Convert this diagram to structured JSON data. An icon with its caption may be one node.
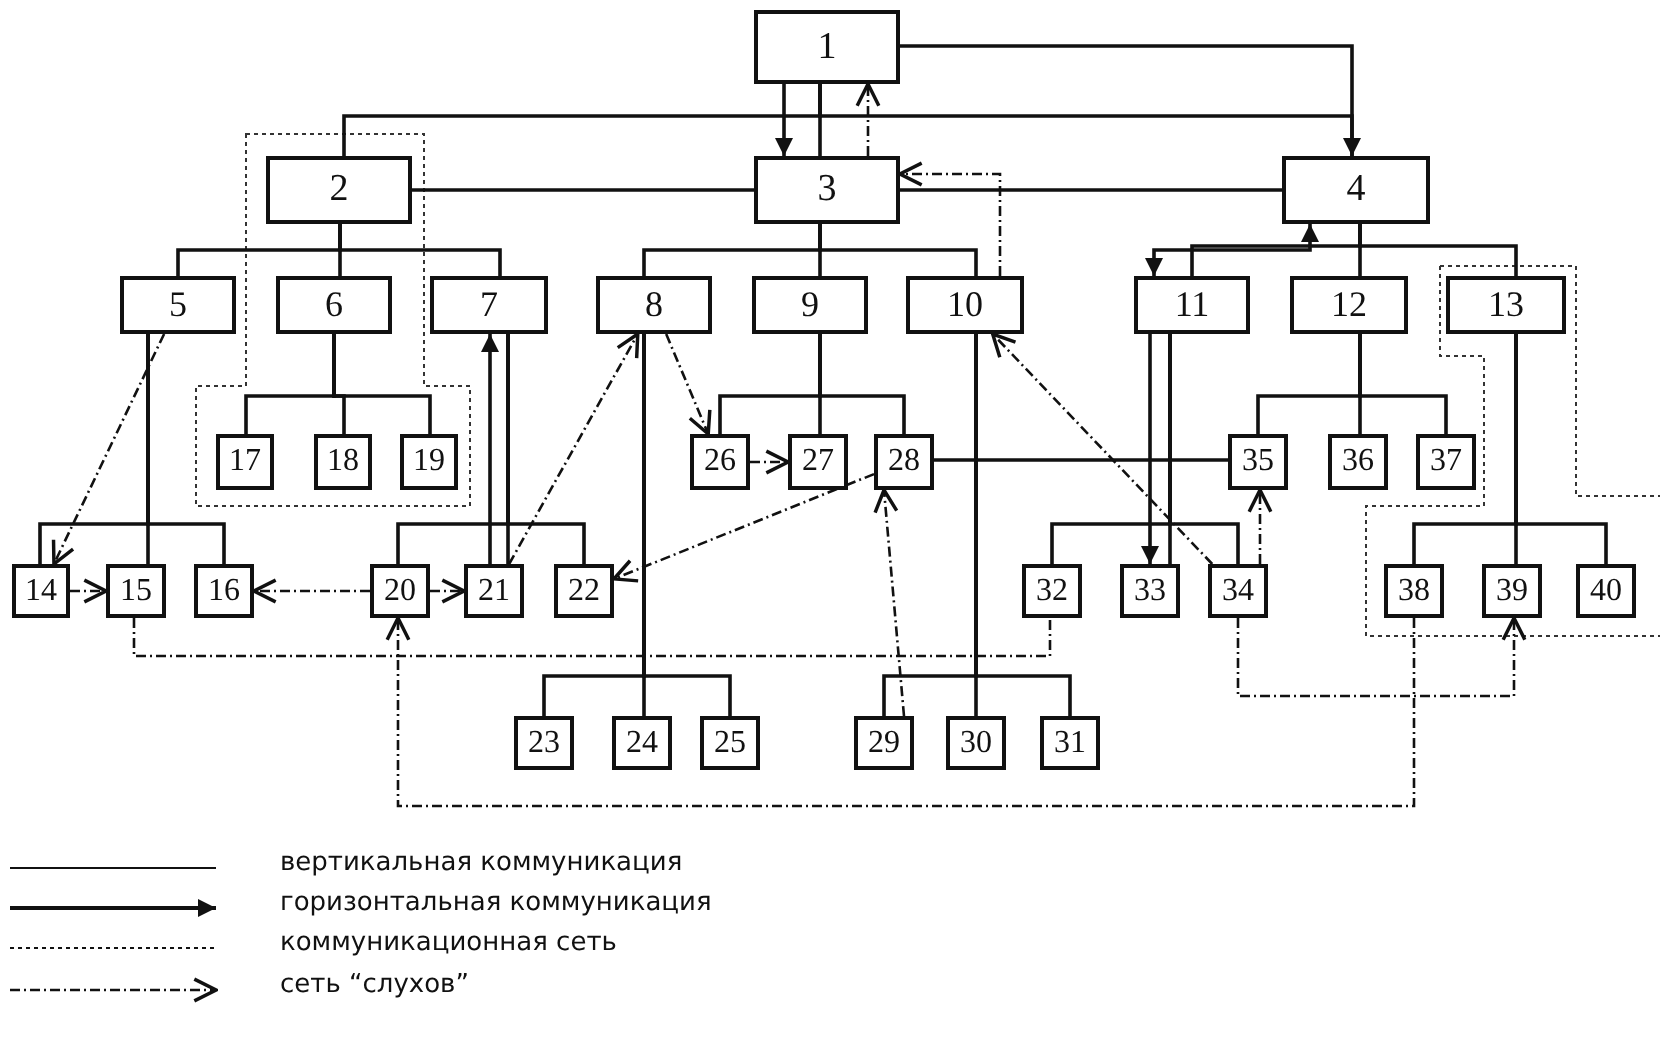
{
  "diagram": {
    "nodes": [
      {
        "text": [
          "1"
        ]
      },
      {
        "text": [
          "2"
        ]
      },
      {
        "text": [
          "3"
        ]
      },
      {
        "text": [
          "4"
        ]
      },
      {
        "text": [
          "5"
        ]
      },
      {
        "text": [
          "6"
        ]
      },
      {
        "text": [
          "7"
        ]
      },
      {
        "text": [
          "8"
        ]
      },
      {
        "text": [
          "9"
        ]
      },
      {
        "text": [
          "10"
        ]
      },
      {
        "text": [
          "11"
        ]
      },
      {
        "text": [
          "12"
        ]
      },
      {
        "text": [
          "13"
        ]
      },
      {
        "text": [
          "14"
        ]
      },
      {
        "text": [
          "15"
        ]
      },
      {
        "text": [
          "16"
        ]
      },
      {
        "text": [
          "17"
        ]
      },
      {
        "text": [
          "18"
        ]
      },
      {
        "text": [
          "19"
        ]
      },
      {
        "text": [
          "20"
        ]
      },
      {
        "text": [
          "21"
        ]
      },
      {
        "text": [
          "22"
        ]
      },
      {
        "text": [
          "23"
        ]
      },
      {
        "text": [
          "24"
        ]
      },
      {
        "text": [
          "25"
        ]
      },
      {
        "text": [
          "26"
        ]
      },
      {
        "text": [
          "27"
        ]
      },
      {
        "text": [
          "28"
        ]
      },
      {
        "text": [
          "29"
        ]
      },
      {
        "text": [
          "30"
        ]
      },
      {
        "text": [
          "31"
        ]
      },
      {
        "text": [
          "32"
        ]
      },
      {
        "text": [
          "33"
        ]
      },
      {
        "text": [
          "34"
        ]
      },
      {
        "text": [
          "35"
        ]
      },
      {
        "text": [
          "36"
        ]
      },
      {
        "text": [
          "37"
        ]
      },
      {
        "text": [
          "38"
        ]
      },
      {
        "text": [
          "39"
        ]
      },
      {
        "text": [
          "40"
        ]
      }
    ],
    "edges": [
      {
        "from": 0,
        "to": 1,
        "arrow": "none"
      },
      {
        "from": 0,
        "to": 2,
        "arrow": "none"
      },
      {
        "from": 0,
        "to": 3,
        "arrow": "none"
      },
      {
        "from": 1,
        "to": 4,
        "arrow": "none"
      },
      {
        "from": 1,
        "to": 5,
        "arrow": "none"
      },
      {
        "from": 1,
        "to": 6,
        "arrow": "none"
      },
      {
        "from": 2,
        "to": 7,
        "arrow": "none"
      },
      {
        "from": 2,
        "to": 8,
        "arrow": "none"
      },
      {
        "from": 2,
        "to": 9,
        "arrow": "none"
      },
      {
        "from": 3,
        "to": 10,
        "arrow": "none"
      },
      {
        "from": 3,
        "to": 11,
        "arrow": "none"
      },
      {
        "from": 3,
        "to": 12,
        "arrow": "none"
      },
      {
        "from": 4,
        "to": 13,
        "arrow": "none"
      },
      {
        "from": 4,
        "to": 14,
        "arrow": "none"
      },
      {
        "from": 4,
        "to": 15,
        "arrow": "none"
      },
      {
        "from": 5,
        "to": 16,
        "arrow": "none"
      },
      {
        "from": 5,
        "to": 17,
        "arrow": "none"
      },
      {
        "from": 5,
        "to": 18,
        "arrow": "none"
      },
      {
        "from": 6,
        "to": 19,
        "arrow": "none"
      },
      {
        "from": 6,
        "to": 20,
        "arrow": "none"
      },
      {
        "from": 6,
        "to": 21,
        "arrow": "none"
      },
      {
        "from": 7,
        "to": 22,
        "arrow": "none"
      },
      {
        "from": 7,
        "to": 23,
        "arrow": "none"
      },
      {
        "from": 7,
        "to": 24,
        "arrow": "none"
      },
      {
        "from": 8,
        "to": 25,
        "arrow": "none"
      },
      {
        "from": 8,
        "to": 26,
        "arrow": "none"
      },
      {
        "from": 8,
        "to": 27,
        "arrow": "none"
      },
      {
        "from": 9,
        "to": 28,
        "arrow": "none"
      },
      {
        "from": 9,
        "to": 29,
        "arrow": "none"
      },
      {
        "from": 9,
        "to": 30,
        "arrow": "none"
      },
      {
        "from": 10,
        "to": 31,
        "arrow": "none"
      },
      {
        "from": 10,
        "to": 32,
        "arrow": "none"
      },
      {
        "from": 10,
        "to": 33,
        "arrow": "none"
      },
      {
        "from": 11,
        "to": 34,
        "arrow": "none"
      },
      {
        "from": 11,
        "to": 35,
        "arrow": "none"
      },
      {
        "from": 11,
        "to": 36,
        "arrow": "none"
      },
      {
        "from": 12,
        "to": 37,
        "arrow": "none"
      },
      {
        "from": 12,
        "to": 38,
        "arrow": "none"
      },
      {
        "from": 12,
        "to": 39,
        "arrow": "none"
      },
      {
        "from": 0,
        "to": 2,
        "arrow": "to"
      },
      {
        "from": 0,
        "to": 3,
        "arrow": "to"
      },
      {
        "from": 20,
        "to": 6,
        "arrow": "to"
      },
      {
        "from": 10,
        "to": 32,
        "arrow": "to"
      },
      {
        "from": 10,
        "to": 3,
        "arrow": "both"
      },
      {
        "from": 1,
        "to": 2,
        "arrow": "none"
      },
      {
        "from": 2,
        "to": 3,
        "arrow": "none"
      },
      {
        "from": 27,
        "to": 34,
        "arrow": "none"
      },
      {
        "from": 14,
        "to": 31,
        "arrow": "none",
        "style": "dashed"
      },
      {
        "from": 2,
        "to": 0,
        "arrow": "to",
        "style": "dashed"
      },
      {
        "from": 9,
        "to": 2,
        "arrow": "to",
        "style": "dashed"
      },
      {
        "from": 4,
        "to": 13,
        "arrow": "to",
        "style": "dashed"
      },
      {
        "from": 13,
        "to": 14,
        "arrow": "to",
        "style": "dashed"
      },
      {
        "from": 19,
        "to": 15,
        "arrow": "to",
        "style": "dashed"
      },
      {
        "from": 19,
        "to": 20,
        "arrow": "to",
        "style": "dashed"
      },
      {
        "from": 20,
        "to": 7,
        "arrow": "to",
        "style": "dashed"
      },
      {
        "from": 7,
        "to": 25,
        "arrow": "to",
        "style": "dashed"
      },
      {
        "from": 25,
        "to": 26,
        "arrow": "to",
        "style": "dashed"
      },
      {
        "from": 27,
        "to": 21,
        "arrow": "to",
        "style": "dashed"
      },
      {
        "from": 28,
        "to": 27,
        "arrow": "to",
        "style": "dashed"
      },
      {
        "from": 33,
        "to": 9,
        "arrow": "to",
        "style": "dashed"
      },
      {
        "from": 33,
        "to": 34,
        "arrow": "to",
        "style": "dashed"
      },
      {
        "from": 33,
        "to": 38,
        "arrow": "to",
        "style": "dashed"
      },
      {
        "from": 37,
        "to": 19,
        "arrow": "to",
        "style": "dashed"
      }
    ],
    "legend": [
      {
        "text": "вертикальная коммуникация"
      },
      {
        "text": "горизонтальная коммуникация"
      },
      {
        "text": "коммуникационная сеть"
      },
      {
        "text": "сеть “слухов”"
      }
    ]
  }
}
